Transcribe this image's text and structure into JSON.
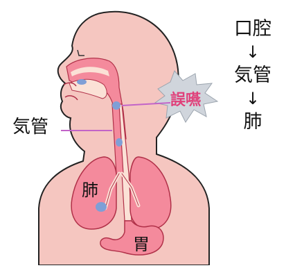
{
  "labels": {
    "trachea_left": "気管",
    "aspiration": "誤嚥",
    "lung": "肺",
    "stomach": "胃"
  },
  "flow": {
    "steps": [
      "口腔",
      "気管",
      "肺"
    ],
    "arrow": "↓"
  },
  "colors": {
    "body_fill": "#f5c6c0",
    "outline": "#222222",
    "organ_pink": "#f48a9c",
    "airway_pale": "#fbe1d6",
    "lung_spot": "#7f9fd6",
    "pointer_line": "#c264c8",
    "burst_fill": "#d0d5dc",
    "aspiration_text": "#e0407a"
  }
}
